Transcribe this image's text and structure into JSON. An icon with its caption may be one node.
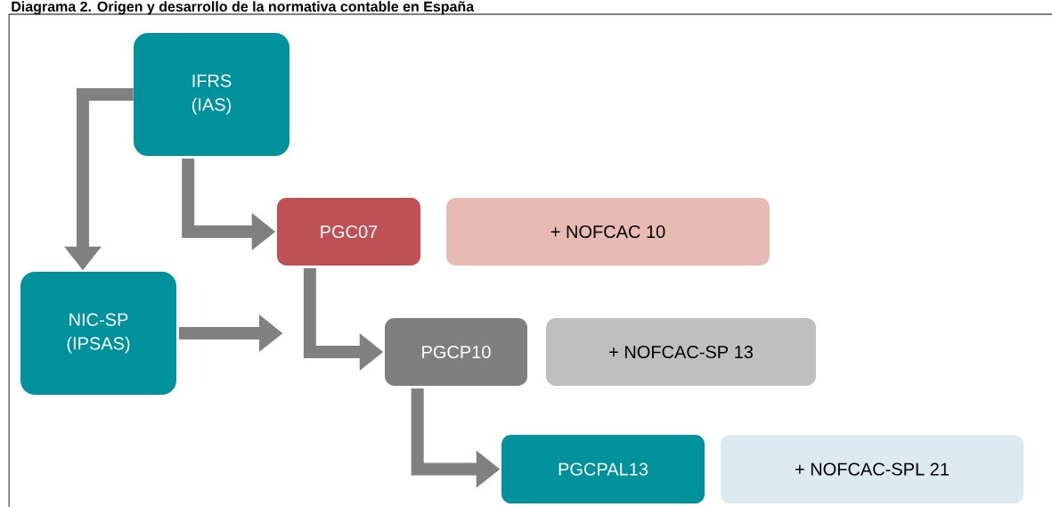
{
  "diagram": {
    "title": "Diagrama 2. Origen y desarrollo de la normativa contable en España",
    "nodes": [
      {
        "text": [
          "IFRS (IAS)"
        ]
      },
      {
        "text": [
          "NIC-SP (IPSAS)"
        ]
      },
      {
        "text": [
          "PGC07"
        ]
      },
      {
        "text": [
          "+ NOFCAC 10"
        ]
      },
      {
        "text": [
          "PGCP10"
        ]
      },
      {
        "text": [
          "+ NOFCAC-SP 13"
        ]
      },
      {
        "text": [
          "PGCPAL13"
        ]
      },
      {
        "text": [
          "+ NOFCAC-SPL 21"
        ]
      }
    ],
    "edges": [
      {
        "from": 0,
        "to": 1,
        "arrow": "to"
      },
      {
        "from": 0,
        "to": 2,
        "arrow": "to"
      },
      {
        "from": 1,
        "to": null,
        "arrow": "to"
      },
      {
        "from": 2,
        "to": 4,
        "arrow": "to"
      },
      {
        "from": 4,
        "to": 6,
        "arrow": "to"
      }
    ]
  }
}
